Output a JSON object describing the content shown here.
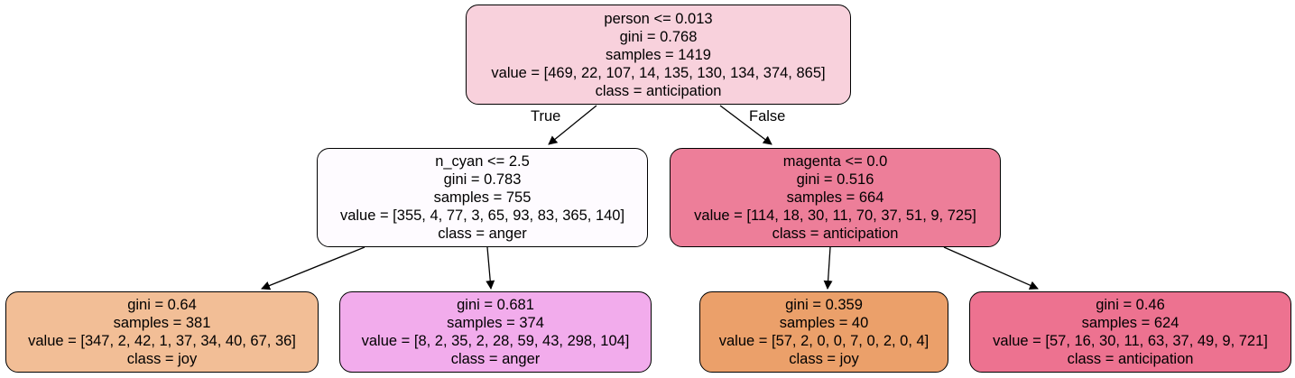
{
  "tree": {
    "nodes": [
      {
        "id": "root",
        "split": "person <= 0.013",
        "gini": "gini = 0.768",
        "samples": "samples = 1419",
        "value": "value = [469, 22, 107, 14, 135, 130, 134, 374, 865]",
        "class": "class = anticipation",
        "color": "#f8d1dc"
      },
      {
        "id": "left",
        "split": "n_cyan <= 2.5",
        "gini": "gini = 0.783",
        "samples": "samples = 755",
        "value": "value = [355, 4, 77, 3, 65, 93, 83, 365, 140]",
        "class": "class = anger",
        "color": "#fefbff"
      },
      {
        "id": "right",
        "split": "magenta <= 0.0",
        "gini": "gini = 0.516",
        "samples": "samples = 664",
        "value": "value = [114, 18, 30, 11, 70, 37, 51, 9, 725]",
        "class": "class = anticipation",
        "color": "#ed7e99"
      },
      {
        "id": "ll",
        "gini": "gini = 0.64",
        "samples": "samples = 381",
        "value": "value = [347, 2, 42, 1, 37, 34, 40, 67, 36]",
        "class": "class = joy",
        "color": "#f2be96"
      },
      {
        "id": "lr",
        "gini": "gini = 0.681",
        "samples": "samples = 374",
        "value": "value = [8, 2, 35, 2, 28, 59, 43, 298, 104]",
        "class": "class = anger",
        "color": "#f2acec"
      },
      {
        "id": "rl",
        "gini": "gini = 0.359",
        "samples": "samples = 40",
        "value": "value = [57, 2, 0, 0, 7, 0, 2, 0, 4]",
        "class": "class = joy",
        "color": "#eba06a"
      },
      {
        "id": "rr",
        "gini": "gini = 0.46",
        "samples": "samples = 624",
        "value": "value = [57, 16, 30, 11, 63, 37, 49, 9, 721]",
        "class": "class = anticipation",
        "color": "#ed7290"
      }
    ],
    "edge_labels": {
      "true": "True",
      "false": "False"
    }
  }
}
